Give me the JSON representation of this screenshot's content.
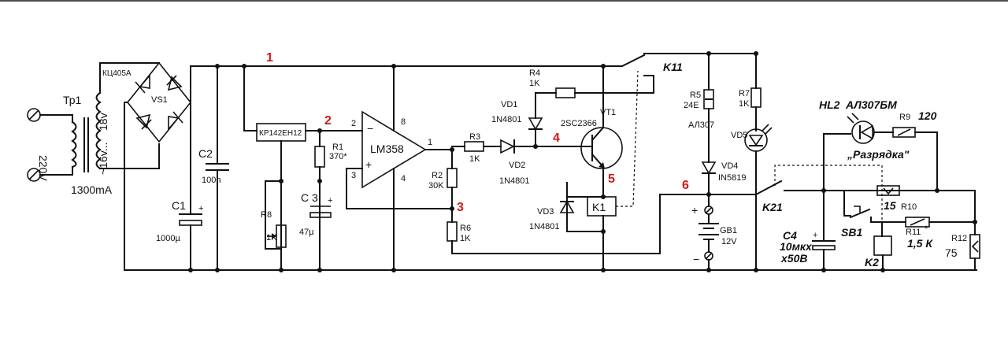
{
  "mains": {
    "voltage": "220V",
    "transformer": "Тр1",
    "secondary_top": "18v",
    "secondary_mid": "~16v...",
    "current": "1300mA"
  },
  "bridge": {
    "type": "КЦ405А",
    "ref": "VS1"
  },
  "caps": {
    "c1": {
      "ref": "C1",
      "value": "1000µ"
    },
    "c2": {
      "ref": "C2",
      "value": "100n"
    },
    "c3": {
      "ref": "C 3",
      "value": "47µ"
    },
    "c4": {
      "ref": "C4",
      "value": "10мкх",
      "value2": "х50В"
    }
  },
  "ics": {
    "regulator": "КР142ЕН12",
    "opamp": "LM358",
    "pin2": "2",
    "pin3": "3",
    "pin8": "8",
    "pin4": "4",
    "pin1": "1",
    "minus": "−",
    "plus": "+"
  },
  "resistors": {
    "r1": {
      "ref": "R1",
      "value": "370*"
    },
    "r2": {
      "ref": "R2",
      "value": "30K"
    },
    "r3": {
      "ref": "R3",
      "value": "1K"
    },
    "r4": {
      "ref": "R4",
      "value": "1K"
    },
    "r5": {
      "ref": "R5",
      "value": "24E"
    },
    "r6": {
      "ref": "R6",
      "value": "1K"
    },
    "r7": {
      "ref": "R7",
      "value": "1K"
    },
    "r8": {
      "ref": "R8",
      "value": "1K"
    },
    "r9": {
      "ref": "R9",
      "value": "120"
    },
    "r10": {
      "ref": "R10",
      "value": "15"
    },
    "r11": {
      "ref": "R11",
      "value": "1,5 К",
      "star": "*"
    },
    "r12": {
      "ref": "R12",
      "value": "75"
    }
  },
  "diodes": {
    "vd1": {
      "ref": "VD1",
      "value": "1N4801"
    },
    "vd2": {
      "ref": "VD2",
      "value": "1N4801"
    },
    "vd3": {
      "ref": "VD3",
      "value": "1N4801"
    },
    "vd4": {
      "ref": "VD4",
      "value": "IN5819",
      "label": "АЛ307"
    },
    "vd5": {
      "ref": "VD5"
    },
    "hl2": {
      "ref": "HL2",
      "value": "АЛ307БМ",
      "caption": "„Разрядка\""
    }
  },
  "transistor": {
    "ref": "VT1",
    "value": "2SC2366"
  },
  "relays": {
    "k1": "K1",
    "k11": "K11",
    "k2": "K2",
    "k21": "K21",
    "sb1": "SB1"
  },
  "battery": {
    "ref": "GB1",
    "value": "12V",
    "plus": "+",
    "minus": "−"
  },
  "nodes": [
    "1",
    "2",
    "3",
    "4",
    "5",
    "6"
  ],
  "colors": {
    "ink": "#111111",
    "node_marker": "#d11a1a",
    "background": "#ffffff"
  }
}
